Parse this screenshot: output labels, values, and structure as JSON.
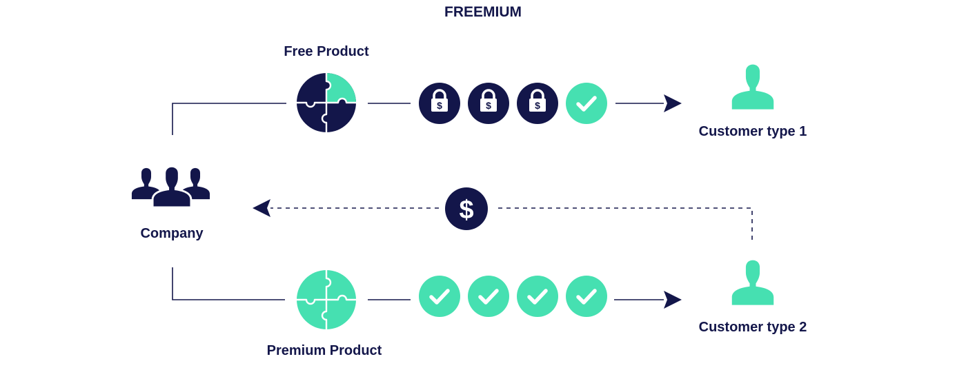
{
  "title": "FREEMIUM",
  "company": {
    "label": "Company",
    "icon": "users-group-icon"
  },
  "free_product": {
    "label": "Free Product",
    "icon": "puzzle-icon",
    "fill": "#13164a",
    "accent": "#46e0b1"
  },
  "premium_product": {
    "label": "Premium Product",
    "icon": "puzzle-icon",
    "fill": "#46e0b1"
  },
  "customer_1": {
    "label": "Customer type 1",
    "icon": "user-icon"
  },
  "customer_2": {
    "label": "Customer type 2",
    "icon": "user-icon"
  },
  "free_features": [
    "locked",
    "locked",
    "locked",
    "unlocked"
  ],
  "premium_features": [
    "unlocked",
    "unlocked",
    "unlocked",
    "unlocked"
  ],
  "payment": {
    "symbol": "$",
    "icon": "dollar-coin-icon"
  },
  "colors": {
    "navy": "#13164a",
    "mint": "#46e0b1"
  }
}
